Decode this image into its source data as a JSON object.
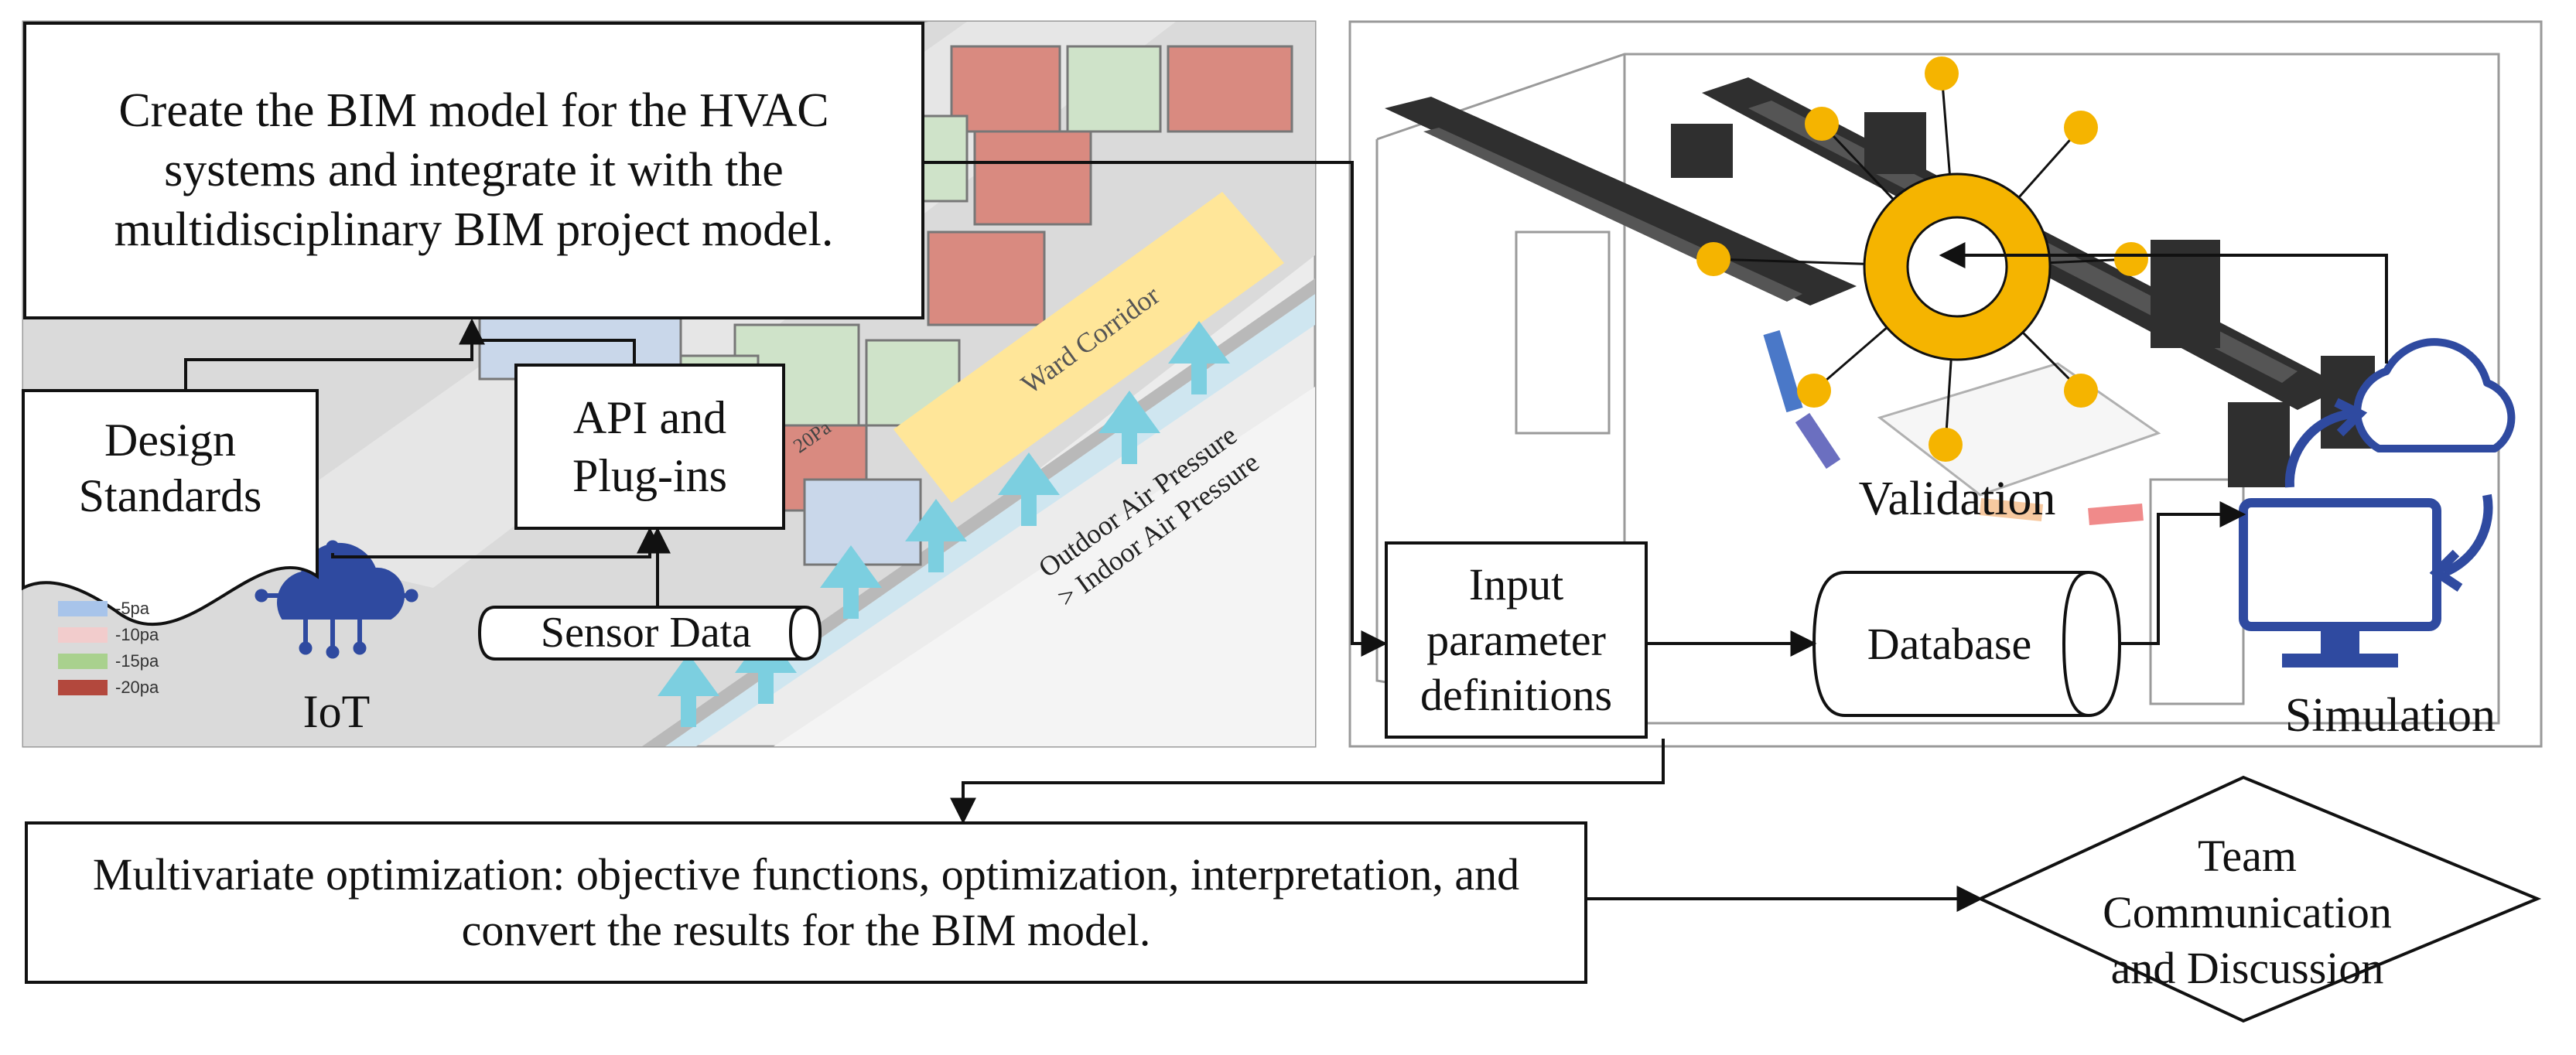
{
  "boxes": {
    "bim": "Create the BIM model for the HVAC systems and integrate it with the multidisciplinary BIM project model.",
    "design_standards": "Design Standards",
    "api": "API and Plug-ins",
    "sensor": "Sensor Data",
    "iot": "IoT",
    "input_params": "Input parameter definitions",
    "database": "Database",
    "validation": "Validation",
    "simulation": "Simulation",
    "optimization": "Multivariate optimization: objective functions, optimization, interpretation, and convert the results for the BIM model.",
    "team": "Team Communication and Discussion"
  },
  "floorplan": {
    "corridor": "Ward Corridor",
    "pressure_note_1": "Outdoor Air Pressure",
    "pressure_note_2": "> Indoor Air Pressure",
    "room_label": "20Pa"
  },
  "legend": [
    {
      "label": "-5pa",
      "color": "#a8c4ea"
    },
    {
      "label": "-10pa",
      "color": "#f2cccc"
    },
    {
      "label": "-15pa",
      "color": "#a9d18e"
    },
    {
      "label": "-20pa",
      "color": "#b3483d"
    }
  ],
  "colors": {
    "validation_ring": "#f5b400",
    "simulation_icon": "#2f4aa0",
    "corridor_fill": "#ffe699",
    "arrow_cyan": "#7ccfe0"
  }
}
